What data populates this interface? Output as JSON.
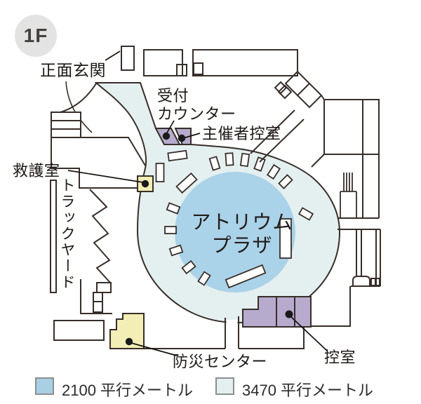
{
  "floor_badge": {
    "label": "1F"
  },
  "labels": {
    "main_entrance": "正面玄関",
    "reception_counter": "受付\nカウンター",
    "organizer_room": "主催者控室",
    "first_aid_room": "救護室",
    "truck_yard": "トラックヤード",
    "atrium_plaza": "アトリウム\nプラザ",
    "disaster_center": "防災センター",
    "waiting_room": "控室"
  },
  "legend": {
    "items": [
      {
        "label": "2100 平行メートル",
        "color": "#a9cfe5"
      },
      {
        "label": "3470 平行メートル",
        "color": "#e4eff0"
      }
    ]
  },
  "colors": {
    "wall": "#382e29",
    "atrium_fill": "#aad2e8",
    "open_area_fill": "#e4eff0",
    "room_purple": "#b6aacd",
    "room_yellow": "#f2eeb6",
    "badge_bg": "#e3e3e3",
    "dot": "#1a1a1a"
  }
}
